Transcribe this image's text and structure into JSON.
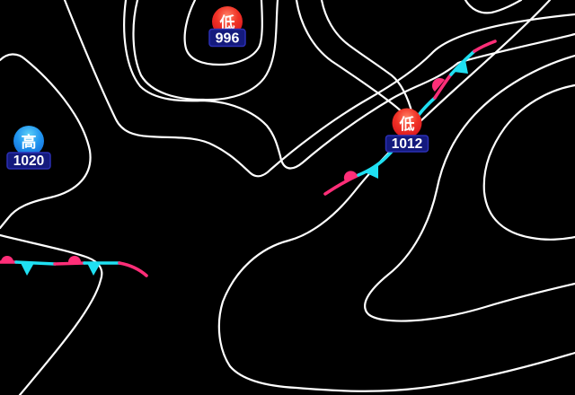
{
  "map": {
    "background_color": "#000000",
    "isobar_color": "#ffffff",
    "front_colors": {
      "warm": "#ff2e78",
      "cold": "#1fe0f2"
    },
    "pressure_centers": [
      {
        "kind": "low",
        "symbol": "低",
        "value": "996",
        "badge_color": "#e2261f",
        "label_bg": "#141a7d"
      },
      {
        "kind": "high",
        "symbol": "高",
        "value": "1020",
        "badge_color": "#2196f0",
        "label_bg": "#141a7d"
      },
      {
        "kind": "low",
        "symbol": "低",
        "value": "1012",
        "badge_color": "#e2261f",
        "label_bg": "#141a7d"
      }
    ]
  }
}
